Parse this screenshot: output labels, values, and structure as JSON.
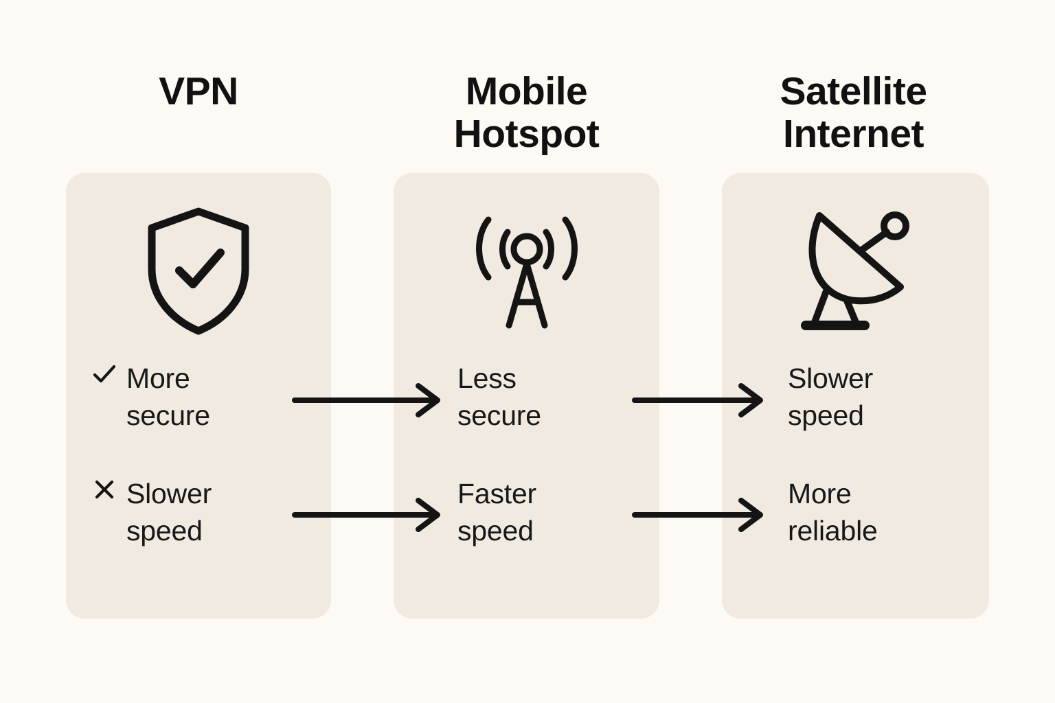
{
  "canvas": {
    "background_color": "#FDFAF5",
    "card_color": "#F0EAE0",
    "ink_color": "#111111"
  },
  "columns": [
    {
      "id": "vpn",
      "title": "VPN",
      "icon": "shield-check-icon",
      "features": [
        {
          "mark": "check-icon",
          "text": "More\nsecure"
        },
        {
          "mark": "cross-icon",
          "text": "Slower\nspeed"
        }
      ]
    },
    {
      "id": "mobile-hotspot",
      "title": "Mobile\nHotspot",
      "icon": "broadcast-tower-icon",
      "features": [
        {
          "mark": "none",
          "text": "Less\nsecure"
        },
        {
          "mark": "none",
          "text": "Faster\nspeed"
        }
      ]
    },
    {
      "id": "satellite-internet",
      "title": "Satellite\nInternet",
      "icon": "satellite-dish-icon",
      "features": [
        {
          "mark": "none",
          "text": "Slower\nspeed"
        },
        {
          "mark": "none",
          "text": "More\nreliable"
        }
      ]
    }
  ],
  "arrows": [
    {
      "id": "vpn-to-hotspot-security",
      "from": "vpn",
      "to": "mobile-hotspot",
      "row": 1,
      "icon": "arrow-right-icon"
    },
    {
      "id": "vpn-to-hotspot-speed",
      "from": "vpn",
      "to": "mobile-hotspot",
      "row": 2,
      "icon": "arrow-right-icon"
    },
    {
      "id": "hotspot-to-satellite-speed",
      "from": "mobile-hotspot",
      "to": "satellite-internet",
      "row": 1,
      "icon": "arrow-right-icon"
    },
    {
      "id": "hotspot-to-satellite-reliability",
      "from": "mobile-hotspot",
      "to": "satellite-internet",
      "row": 2,
      "icon": "arrow-right-icon"
    }
  ]
}
